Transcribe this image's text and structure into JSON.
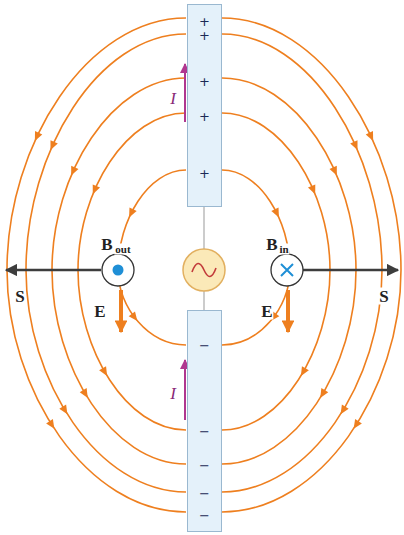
{
  "diagram": {
    "nodes": [
      {
        "text": [
          "+",
          "+",
          "+",
          "+",
          "+"
        ]
      },
      {
        "text": [
          "−",
          "−",
          "−",
          "−",
          "−"
        ]
      }
    ],
    "labels": [
      "I",
      "I",
      "B",
      "out",
      "B",
      "in",
      "S",
      "S",
      "E",
      "E"
    ]
  }
}
